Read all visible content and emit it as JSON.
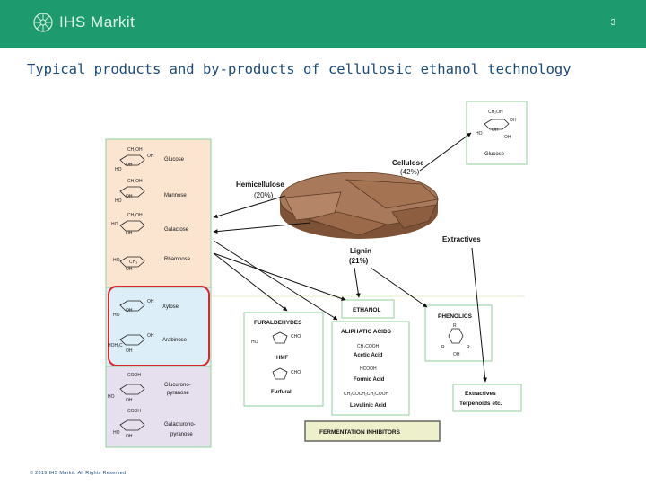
{
  "header": {
    "brand": "IHS Markit",
    "slide_number": "3",
    "bg_color": "#1e9b6e"
  },
  "title": "Typical products and by-products of cellulosic ethanol technology",
  "footer": "© 2019 IHS Markit. All Rights Reserved.",
  "sugars": {
    "glucose": "Glucose",
    "mannose": "Mannose",
    "galactose": "Galactose",
    "rhamnose": "Rhamnose",
    "xylose": "Xylose",
    "arabinose": "Arabinose",
    "glucuronopyranose_1": "Glucurono-",
    "glucuronopyranose_2": "pyranose",
    "galacturonopyranose_1": "Galacturono-",
    "galacturonopyranose_2": "pyranose"
  },
  "pie": {
    "cellulose": "Cellulose",
    "cellulose_pct": "(42%)",
    "hemicellulose": "Hemicellulose",
    "hemicellulose_pct": "(20%)",
    "lignin": "Lignin",
    "lignin_pct": "(21%)",
    "extractives": "Extractives"
  },
  "glucose_box": {
    "label": "Glucose",
    "ch2oh": "CH₂OH"
  },
  "ethanol": "ETHANOL",
  "furaldehydes": {
    "title": "FURALDEHYDES",
    "hmf": "HMF",
    "furfural": "Furfural"
  },
  "aliphatic": {
    "title": "ALIPHATIC ACIDS",
    "acetic_formula": "CH₃COOH",
    "acetic": "Acetic Acid",
    "formic_formula": "HCOOH",
    "formic": "Formic Acid",
    "levulinic_formula": "CH₃COCH₂CH₂COOH",
    "levulinic": "Levulinic Acid"
  },
  "phenolics": "PHENOLICS",
  "extractives_box": {
    "line1": "Extractives",
    "line2": "Terpenoids etc."
  },
  "inhibitors": "FERMENTATION INHIBITORS",
  "chem": {
    "ch2oh": "CH₂OH",
    "oh": "OH",
    "ho": "HO",
    "cooh": "COOH",
    "hoh2c": "HOH₂C",
    "ch3": "CH₃",
    "cho": "CHO",
    "r": "R"
  },
  "colors": {
    "hexose_bg": "#fbe4d0",
    "pentose_bg": "#dceef7",
    "uronic_bg": "#e6e0ee",
    "pie_fill": "#a8795a",
    "pie_side": "#7d5236",
    "green_border": "#8fcf9b",
    "highlight_red": "#e0242c"
  }
}
